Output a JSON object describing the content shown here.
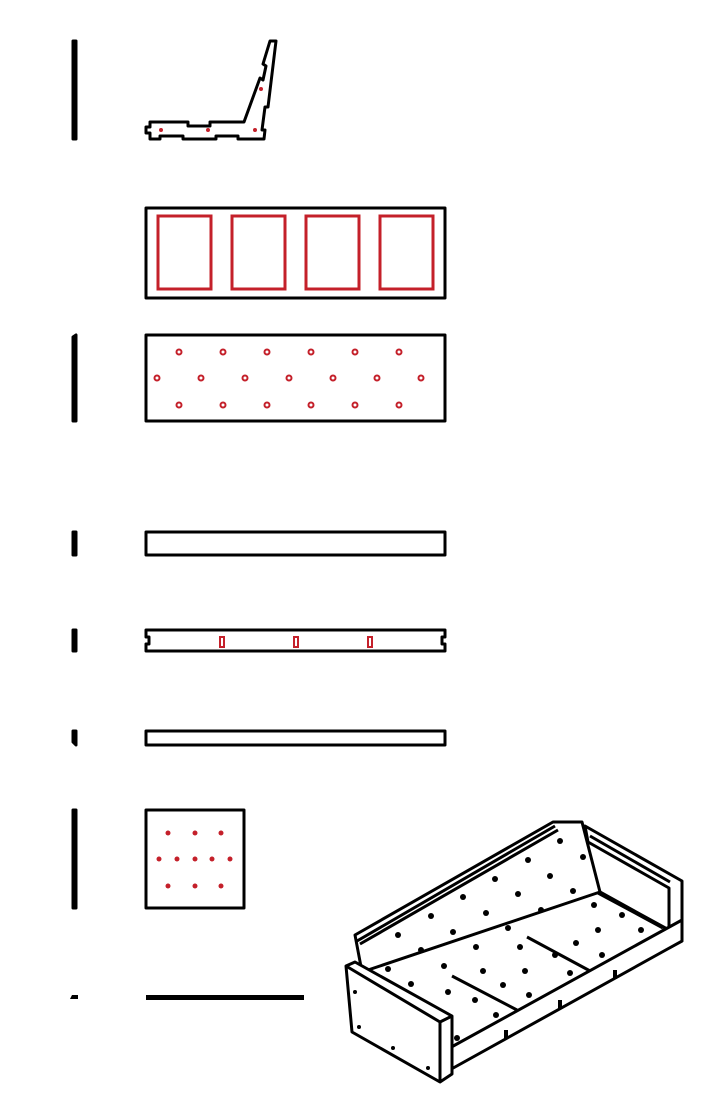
{
  "colors": {
    "outline": "#000000",
    "accent": "#c4202a",
    "background": "#ffffff"
  },
  "parts": [
    {
      "name": "side-frame",
      "marked_holes": 4
    },
    {
      "name": "back-panel-with-cutouts",
      "cutouts": 4
    },
    {
      "name": "seat-panel",
      "holes": 19
    },
    {
      "name": "rail-1",
      "holes": 0
    },
    {
      "name": "rail-2-notched",
      "dowel_marks": 3
    },
    {
      "name": "rail-3",
      "holes": 0
    },
    {
      "name": "square-panel",
      "holes": 11
    },
    {
      "name": "flat-strip",
      "holes": 0
    }
  ],
  "assembly": {
    "name": "assembled-sofa-isometric"
  }
}
